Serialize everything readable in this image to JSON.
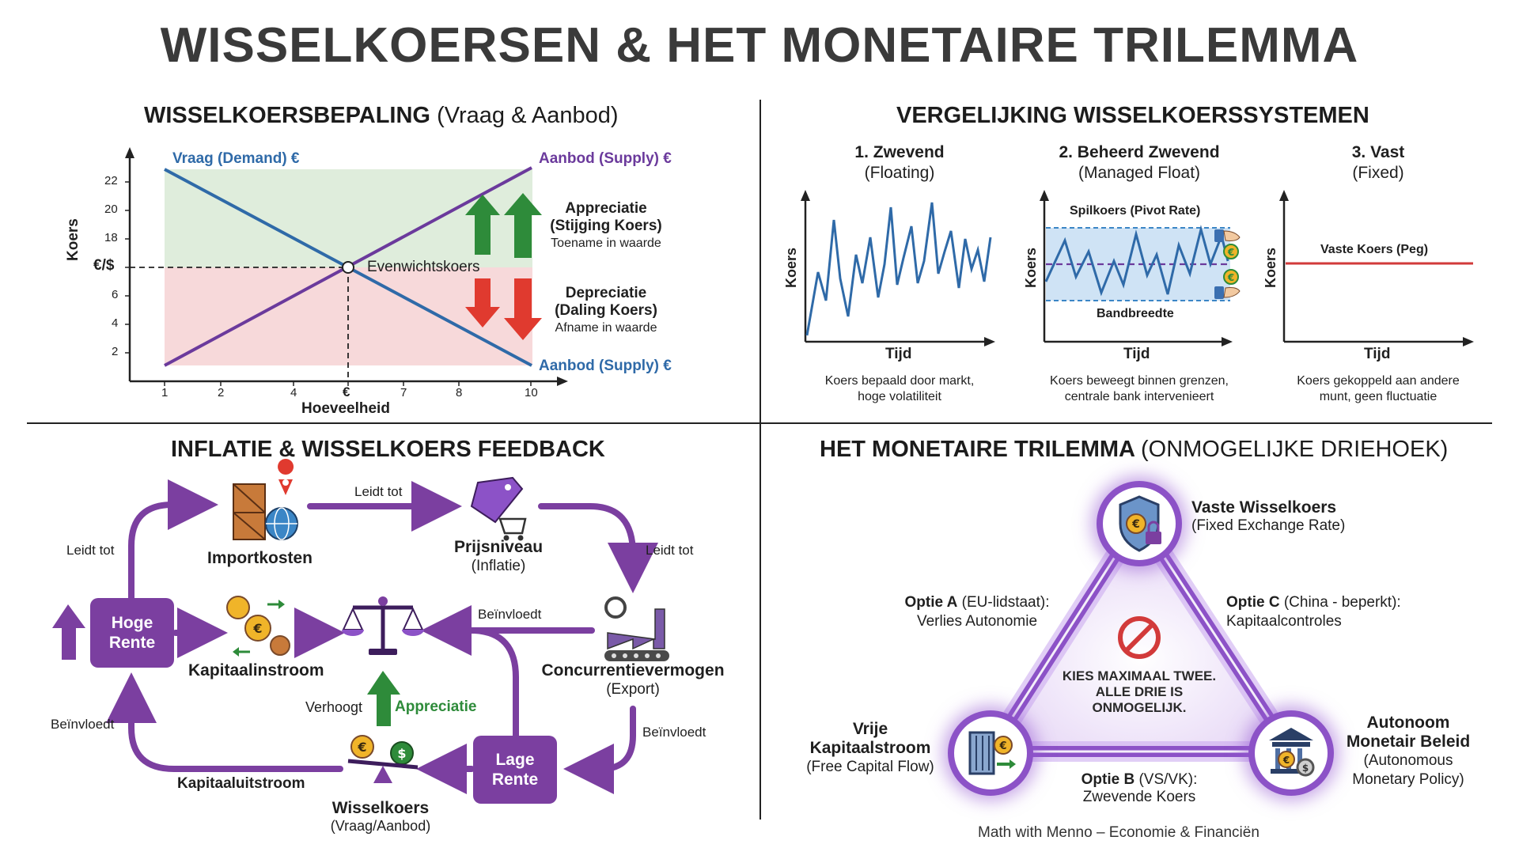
{
  "title": "WISSELKOERSEN & HET MONETAIRE TRILEMMA",
  "q1": {
    "title_bold": "WISSELKOERSBEPALING",
    "title_light": "(Vraag & Aanbod)",
    "ylabel": "Koers",
    "ylabel_unit": "€/$",
    "xlabel": "Hoeveelheid",
    "yticks": [
      "22",
      "20",
      "18",
      "6",
      "4",
      "2"
    ],
    "xticks": [
      "1",
      "2",
      "4",
      "€",
      "7",
      "8",
      "10"
    ],
    "demand_label": "Vraag (Demand) €",
    "supply_label_top": "Aanbod (Supply) €",
    "supply_label_bottom": "Aanbod (Supply) €",
    "equilibrium_label": "Evenwichtskoers",
    "appreciation_title": "Appreciatie",
    "appreciation_sub": "(Stijging Koers)",
    "appreciation_desc": "Toename in waarde",
    "depreciation_title": "Depreciatie",
    "depreciation_sub": "(Daling Koers)",
    "depreciation_desc": "Afname in waarde"
  },
  "q2": {
    "title": "VERGELIJKING WISSELKOERSSYSTEMEN",
    "systems": [
      {
        "name": "1. Zwevend",
        "sub": "(Floating)",
        "ylabel": "Koers",
        "xlabel": "Tijd",
        "desc1": "Koers bepaald door markt,",
        "desc2": "hoge volatiliteit"
      },
      {
        "name": "2. Beheerd Zwevend",
        "sub": "(Managed Float)",
        "ylabel": "Koers",
        "xlabel": "Tijd",
        "desc1": "Koers beweegt binnen grenzen,",
        "desc2": "centrale bank intervenieert",
        "pivot": "Spilkoers (Pivot Rate)",
        "band": "Bandbreedte"
      },
      {
        "name": "3. Vast",
        "sub": "(Fixed)",
        "ylabel": "Koers",
        "xlabel": "Tijd",
        "desc1": "Koers gekoppeld aan andere",
        "desc2": "munt, geen fluctuatie",
        "peg": "Vaste Koers (Peg)"
      }
    ]
  },
  "q3": {
    "title": "INFLATIE & WISSELKOERS FEEDBACK",
    "import_costs": "Importkosten",
    "price_level": "Prijsniveau",
    "price_level_sub": "(Inflatie)",
    "competitiveness": "Concurrentievermogen",
    "competitiveness_sub": "(Export)",
    "high_rate_1": "Hoge",
    "high_rate_2": "Rente",
    "low_rate_1": "Lage",
    "low_rate_2": "Rente",
    "capital_inflow": "Kapitaalinstroom",
    "capital_outflow": "Kapitaaluitstroom",
    "exchange_rate": "Wisselkoers",
    "exchange_rate_sub": "(Vraag/Aanbod)",
    "leads_to_top": "Leidt tot",
    "leads_to_left": "Leidt tot",
    "leads_to_right": "Leidt tot",
    "influences_mid": "Beïnvloedt",
    "influences_left": "Beïnvloedt",
    "influences_right": "Beïnvloedt",
    "increases": "Verhoogt",
    "appreciation": "Appreciatie"
  },
  "q4": {
    "title_bold": "HET MONETAIRE TRILEMMA",
    "title_light": "(ONMOGELIJKE DRIEHOEK)",
    "top_title": "Vaste Wisselkoers",
    "top_sub": "(Fixed Exchange Rate)",
    "left_title1": "Vrije",
    "left_title2": "Kapitaalstroom",
    "left_sub": "(Free Capital Flow)",
    "right_title1": "Autonoom",
    "right_title2": "Monetair Beleid",
    "right_sub1": "(Autonomous",
    "right_sub2": "Monetary Policy)",
    "option_a_bold": "Optie A",
    "option_a_rest": "(EU-lidstaat):",
    "option_a_desc": "Verlies Autonomie",
    "option_b_bold": "Optie B",
    "option_b_rest": "(VS/VK):",
    "option_b_desc": "Zwevende Koers",
    "option_c_bold": "Optie C",
    "option_c_rest": "(China - beperkt):",
    "option_c_desc": "Kapitaalcontroles",
    "center_line1": "KIES MAXIMAAL TWEE.",
    "center_line2": "ALLE DRIE IS",
    "center_line3": "ONMOGELIJK."
  },
  "footer": "Math with Menno – Economie & Financiën",
  "colors": {
    "demand": "#2f6aa8",
    "supply": "#6b3a9c",
    "up": "#2e8b3a",
    "down": "#e03a2f",
    "purple": "#7b3fa0",
    "peg": "#d23a3a"
  }
}
